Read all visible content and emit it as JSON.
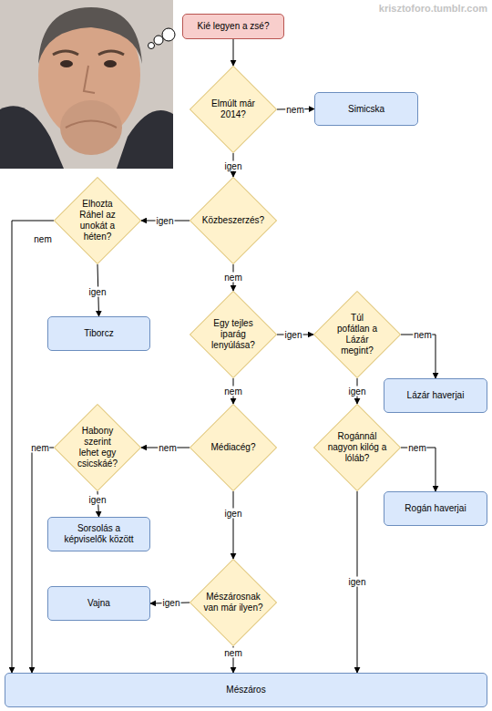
{
  "diagram": {
    "nodes": [
      {
        "text": [
          "Kié legyen a zsé?"
        ]
      },
      {
        "text": [
          "Elmúlt már 2014?"
        ]
      },
      {
        "text": [
          "Simicska"
        ]
      },
      {
        "text": [
          "Elhozta Ráhel az unokát a héten?"
        ]
      },
      {
        "text": [
          "Közbeszerzés?"
        ]
      },
      {
        "text": [
          "Tiborcz"
        ]
      },
      {
        "text": [
          "Egy tejles iparág lenyúlása?"
        ]
      },
      {
        "text": [
          "Túl pofátlan a Lázár megint?"
        ]
      },
      {
        "text": [
          "Lázár haverjai"
        ]
      },
      {
        "text": [
          "Habony szerint lehet egy csicskáé?"
        ]
      },
      {
        "text": [
          "Médiacég?"
        ]
      },
      {
        "text": [
          "Rogánnál nagyon kilóg a lóláb?"
        ]
      },
      {
        "text": [
          "Sorsolás a képviselők között"
        ]
      },
      {
        "text": [
          "Rogán haverjai"
        ]
      },
      {
        "text": [
          "Vajna"
        ]
      },
      {
        "text": [
          "Mészárosnak van már ilyen?"
        ]
      },
      {
        "text": [
          "Mészáros"
        ]
      }
    ],
    "edges": [
      {
        "from": 0,
        "to": 1,
        "arrow": "to"
      },
      {
        "from": 1,
        "to": 2,
        "label": "nem",
        "arrow": "to"
      },
      {
        "from": 1,
        "to": 4,
        "label": "igen",
        "arrow": "to"
      },
      {
        "from": 4,
        "to": 3,
        "label": "igen",
        "arrow": "to"
      },
      {
        "from": 4,
        "to": 6,
        "label": "nem",
        "arrow": "to"
      },
      {
        "from": 3,
        "to": 5,
        "label": "igen",
        "arrow": "to"
      },
      {
        "from": 3,
        "to": 16,
        "label": "nem",
        "arrow": "to"
      },
      {
        "from": 6,
        "to": 7,
        "label": "igen",
        "arrow": "to"
      },
      {
        "from": 6,
        "to": 10,
        "label": "nem",
        "arrow": "to"
      },
      {
        "from": 7,
        "to": 8,
        "label": "nem",
        "arrow": "to"
      },
      {
        "from": 7,
        "to": 11,
        "label": "igen",
        "arrow": "to"
      },
      {
        "from": 10,
        "to": 9,
        "label": "nem",
        "arrow": "to"
      },
      {
        "from": 10,
        "to": 15,
        "label": "igen",
        "arrow": "to"
      },
      {
        "from": 9,
        "to": 12,
        "label": "igen",
        "arrow": "to"
      },
      {
        "from": 9,
        "to": 16,
        "label": "nem",
        "arrow": "to"
      },
      {
        "from": 11,
        "to": 13,
        "label": "nem",
        "arrow": "to"
      },
      {
        "from": 11,
        "to": 16,
        "label": "igen",
        "arrow": "to"
      },
      {
        "from": 15,
        "to": 14,
        "label": "igen",
        "arrow": "to"
      },
      {
        "from": 15,
        "to": 16,
        "label": "nem",
        "arrow": "to"
      }
    ],
    "labels": [
      "krisztoforo.tumblr.com"
    ]
  }
}
